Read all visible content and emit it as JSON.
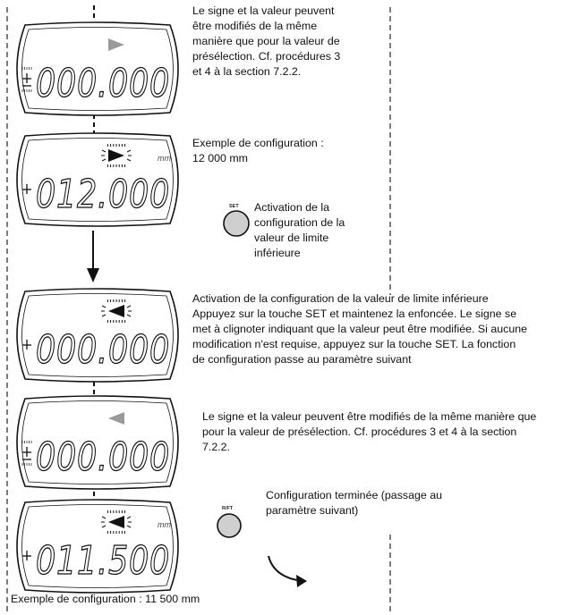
{
  "colors": {
    "line": "#111111",
    "lcd_ghost": "#9a9a9a",
    "button_fill": "#cfcfcf"
  },
  "displays": [
    {
      "value": "000.000",
      "unit": "",
      "sign": "plus-minus",
      "arrow": "right",
      "arrow_blinking": false,
      "arrow_style": "ghost"
    },
    {
      "value": "012.000",
      "unit": "mm",
      "sign": "plus",
      "arrow": "right",
      "arrow_blinking": true,
      "arrow_style": "solid"
    },
    {
      "value": "000.000",
      "unit": "",
      "sign": "plus",
      "arrow": "left",
      "arrow_blinking": true,
      "arrow_style": "solid"
    },
    {
      "value": "000.000",
      "unit": "",
      "sign": "plus-minus",
      "arrow": "left",
      "arrow_blinking": false,
      "arrow_style": "ghost"
    },
    {
      "value": "011.500",
      "unit": "mm",
      "sign": "plus",
      "arrow": "left",
      "arrow_blinking": true,
      "arrow_style": "solid"
    }
  ],
  "buttons": [
    {
      "label": "SET",
      "icon": "round-push-button"
    },
    {
      "label": "R/FT",
      "icon": "round-push-button"
    }
  ],
  "texts": {
    "step1": [
      "Le signe et la valeur peuvent",
      "être modifiés de la même",
      "manière que pour la valeur de",
      "présélection. Cf. procédures 3",
      "et 4 à la section 7.2.2."
    ],
    "step2": [
      "Exemple de configuration :",
      "12 000 mm"
    ],
    "set_note": [
      "Activation de la",
      "configuration de la",
      "valeur de limite",
      "inférieure"
    ],
    "step3": [
      "Activation de la configuration de la valeur de limite inférieure",
      "Appuyez sur la touche SET et maintenez la enfoncée. Le signe se",
      "met à clignoter indiquant que la valeur peut être modifiée. Si aucune",
      "modification  n'est requise, appuyez sur la touche SET. La fonction",
      "de configuration passe au paramètre suivant"
    ],
    "step4": [
      "Le signe et la valeur peuvent être modifiés de la même manière que",
      "pour la valeur de présélection. Cf. procédures 3 et 4 à la section",
      "7.2.2."
    ],
    "done_note": [
      "Configuration terminée (passage au",
      "paramètre suivant)"
    ],
    "footer": "Exemple de configuration : 11 500 mm"
  }
}
